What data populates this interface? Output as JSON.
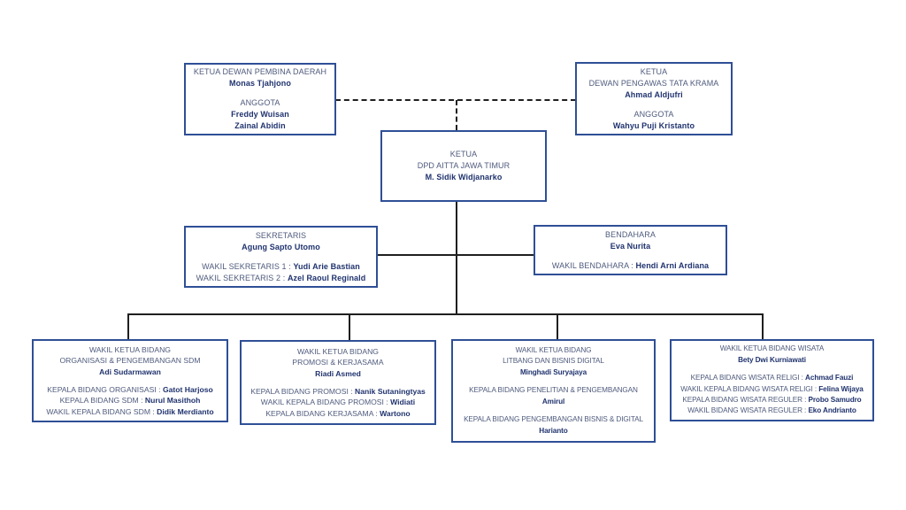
{
  "colors": {
    "box_border": "#2f4f96",
    "label_text": "#4f5b7d",
    "name_text": "#20336e",
    "connector_line": "#1f1f1f",
    "background": "#ffffff"
  },
  "boxes": {
    "pembina": {
      "title": "KETUA DEWAN PEMBINA DAERAH",
      "lines": [
        {
          "label": "KETUA DEWAN PEMBINA DAERAH"
        },
        {
          "name": "Monas Tjahjono"
        },
        {
          "spacer": true
        },
        {
          "label": "ANGGOTA"
        },
        {
          "name": "Freddy Wuisan"
        },
        {
          "name": "Zainal Abidin"
        }
      ]
    },
    "pengawas": {
      "title": "KETUA DEWAN PENGAWAS TATA KRAMA",
      "lines": [
        {
          "label": "KETUA"
        },
        {
          "label": "DEWAN PENGAWAS TATA KRAMA"
        },
        {
          "name": "Ahmad Aldjufri"
        },
        {
          "spacer": true
        },
        {
          "label": "ANGGOTA"
        },
        {
          "name": "Wahyu Puji Kristanto"
        }
      ]
    },
    "ketua": {
      "title": "KETUA DPD AITTA JAWA TIMUR",
      "lines": [
        {
          "label": "KETUA"
        },
        {
          "label": "DPD AITTA JAWA TIMUR"
        },
        {
          "name": "M. Sidik Widjanarko"
        }
      ]
    },
    "sekretaris": {
      "title": "SEKRETARIS",
      "lines": [
        {
          "label": "SEKRETARIS"
        },
        {
          "name": "Agung Sapto Utomo"
        },
        {
          "spacer": true
        },
        {
          "label": "WAKIL SEKRETARIS 1 :",
          "name": "Yudi Arie Bastian"
        },
        {
          "label": "WAKIL SEKRETARIS 2 :",
          "name": "Azel Raoul Reginald"
        }
      ]
    },
    "bendahara": {
      "title": "BENDAHARA",
      "lines": [
        {
          "label": "BENDAHARA"
        },
        {
          "name": "Eva Nurita"
        },
        {
          "spacer": true
        },
        {
          "label": "WAKIL BENDAHARA :",
          "name": "Hendi Arni Ardiana"
        }
      ]
    },
    "sdm": {
      "title": "WAKIL KETUA BIDANG ORGANISASI & PENGEMBANGAN SDM",
      "lines": [
        {
          "label": "WAKIL KETUA BIDANG"
        },
        {
          "label": "ORGANISASI & PENGEMBANGAN SDM"
        },
        {
          "name": "Adi Sudarmawan"
        },
        {
          "spacer": true
        },
        {
          "label": "KEPALA BIDANG ORGANISASI :",
          "name": "Gatot Harjoso"
        },
        {
          "label": "KEPALA BIDANG SDM :",
          "name": "Nurul Masithoh"
        },
        {
          "label": "WAKIL KEPALA BIDANG SDM :",
          "name": "Didik Merdianto"
        }
      ]
    },
    "promosi": {
      "title": "WAKIL KETUA BIDANG PROMOSI & KERJASAMA",
      "lines": [
        {
          "label": "WAKIL KETUA BIDANG"
        },
        {
          "label": "PROMOSI & KERJASAMA"
        },
        {
          "name": "Riadi Asmed"
        },
        {
          "spacer": true
        },
        {
          "label": "KEPALA BIDANG PROMOSI :",
          "name": "Nanik Sutaningtyas"
        },
        {
          "label": "WAKIL KEPALA BIDANG PROMOSI :",
          "name": "Widiati"
        },
        {
          "label": "KEPALA BIDANG KERJASAMA :",
          "name": "Wartono"
        }
      ]
    },
    "litbang": {
      "title": "WAKIL KETUA BIDANG LITBANG DAN BISNIS DIGITAL",
      "lines": [
        {
          "label": "WAKIL KETUA BIDANG"
        },
        {
          "label": "LITBANG DAN BISNIS DIGITAL"
        },
        {
          "name": "Minghadi Suryajaya"
        },
        {
          "spacer": true
        },
        {
          "label": "KEPALA BIDANG PENELITIAN & PENGEMBANGAN"
        },
        {
          "name": "Amirul"
        },
        {
          "spacer": true
        },
        {
          "label": "KEPALA BIDANG PENGEMBANGAN BISNIS & DIGITAL"
        },
        {
          "name": "Harianto"
        }
      ]
    },
    "wisata": {
      "title": "WAKIL KETUA BIDANG WISATA",
      "lines": [
        {
          "label": "WAKIL KETUA BIDANG WISATA"
        },
        {
          "name": "Bety Dwi Kurniawati"
        },
        {
          "spacer": true
        },
        {
          "label": "KEPALA BIDANG WISATA RELIGI :",
          "name": "Achmad Fauzi"
        },
        {
          "label": "WAKIL KEPALA BIDANG WISATA RELIGI :",
          "name": "Felina Wijaya"
        },
        {
          "label": "KEPALA BIDANG WISATA REGULER :",
          "name": "Probo Samudro"
        },
        {
          "label": "WAKIL BIDANG WISATA REGULER :",
          "name": "Eko Andrianto"
        }
      ]
    }
  }
}
